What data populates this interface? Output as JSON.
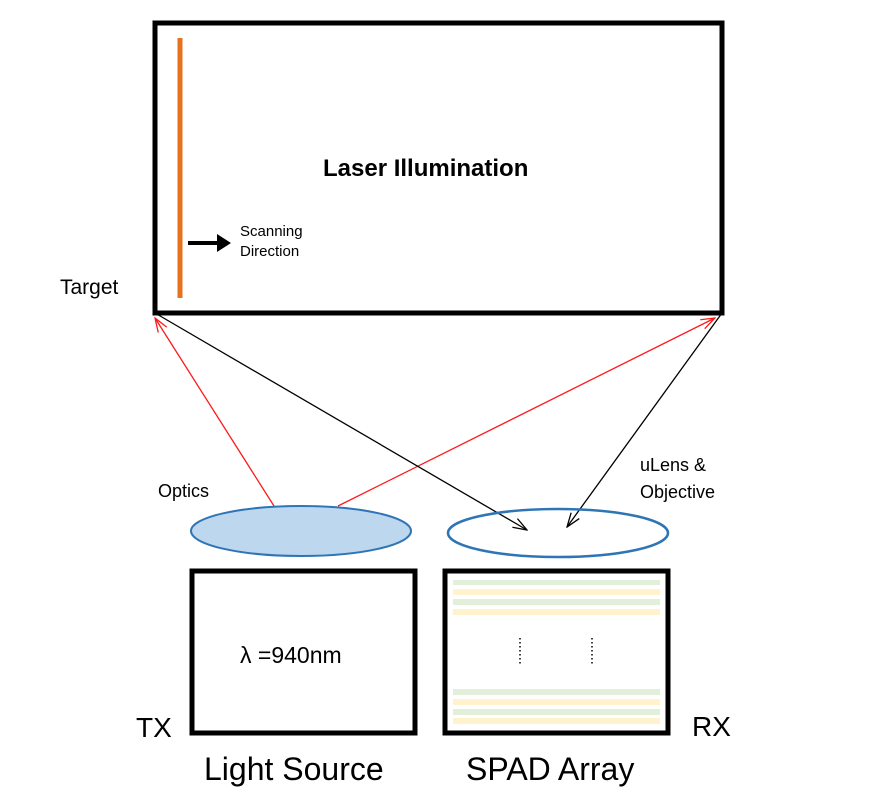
{
  "diagram": {
    "panel_title": "Laser Illumination",
    "scan_label_line1": "Scanning",
    "scan_label_line2": "Direction",
    "target_label": "Target",
    "optics_label": "Optics",
    "ulens_line1": "uLens &",
    "ulens_line2": "Objective",
    "wavelength_label": "λ =940nm",
    "tx_label": "TX",
    "rx_label": "RX",
    "light_source_label": "Light Source",
    "spad_array_label": "SPAD Array"
  },
  "colors": {
    "outline": "#000000",
    "laser_line": "#e8711b",
    "tx_rays": "#ff1a1a",
    "rx_rays": "#000000",
    "lens_stroke": "#2e75b6",
    "optics_fill": "#bdd7ee",
    "spad_row_green": "#e2efda",
    "spad_row_yellow": "#fff2cc"
  },
  "icons": {
    "scan_arrow": "right-arrow-icon"
  }
}
